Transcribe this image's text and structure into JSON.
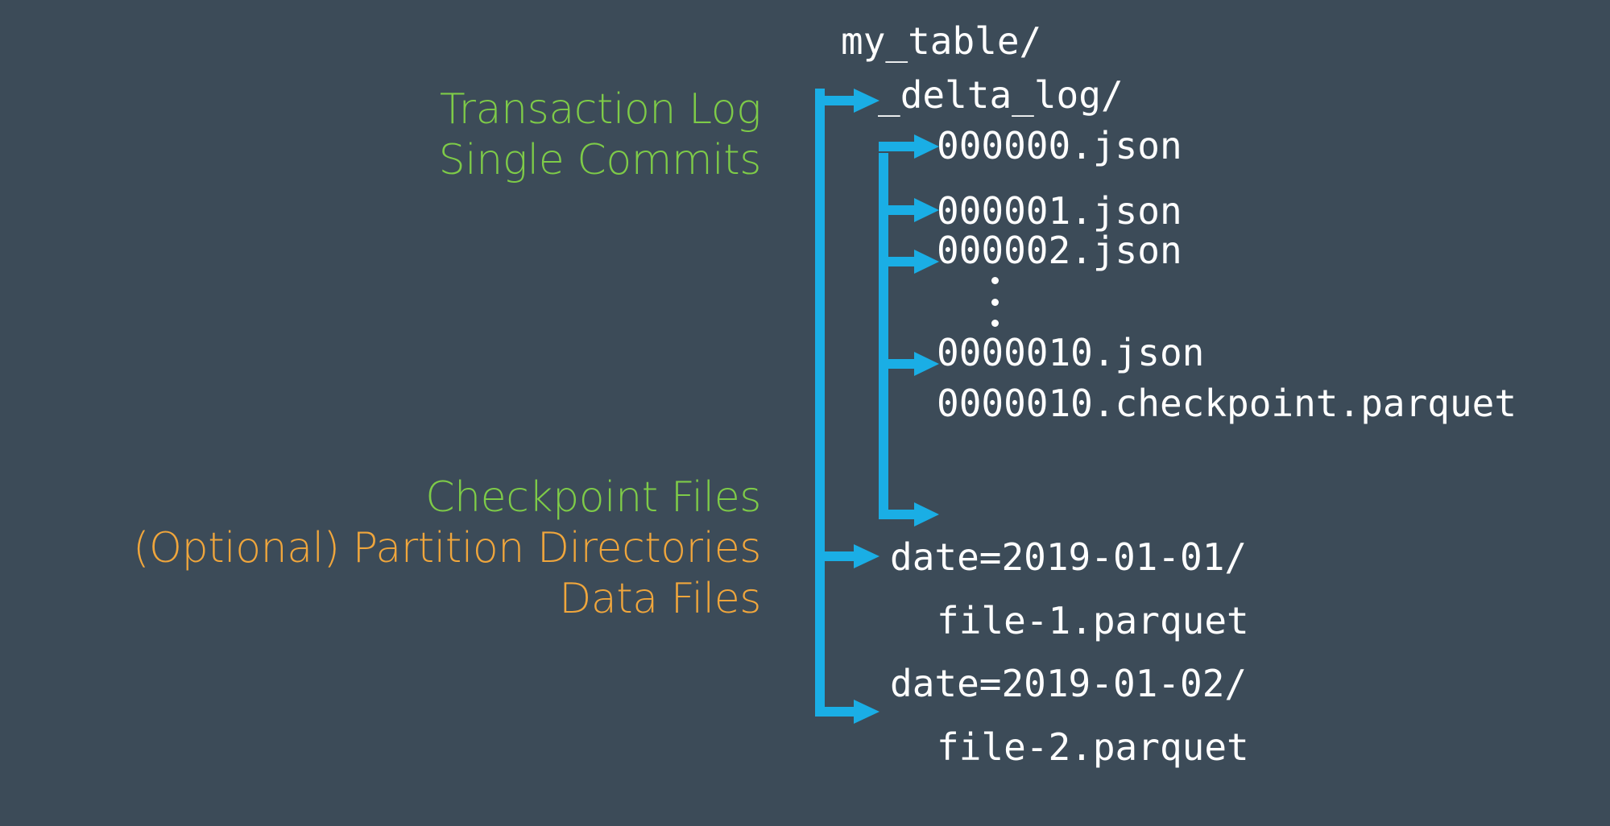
{
  "background_color": "#3c4b58",
  "palette": {
    "green": "#7ecb48",
    "orange": "#f0a63c",
    "arrow_blue": "#1aaee5",
    "text_white": "#ffffff"
  },
  "annotations": {
    "transaction_log": "Transaction Log",
    "single_commits": "Single Commits",
    "checkpoint_files": "Checkpoint Files",
    "partition_directories": "(Optional) Partition Directories",
    "data_files": "Data Files"
  },
  "tree": {
    "root": "my_table/",
    "delta_log_dir": "_delta_log/",
    "commit_0": "000000.json",
    "commit_1": "000001.json",
    "commit_2": "000002.json",
    "ellipsis": "⋮",
    "commit_10": "0000010.json",
    "checkpoint": "0000010.checkpoint.parquet",
    "partition_1": "date=2019-01-01/",
    "data_file_1": "file-1.parquet",
    "partition_2": "date=2019-01-02/",
    "data_file_2": "file-2.parquet"
  }
}
